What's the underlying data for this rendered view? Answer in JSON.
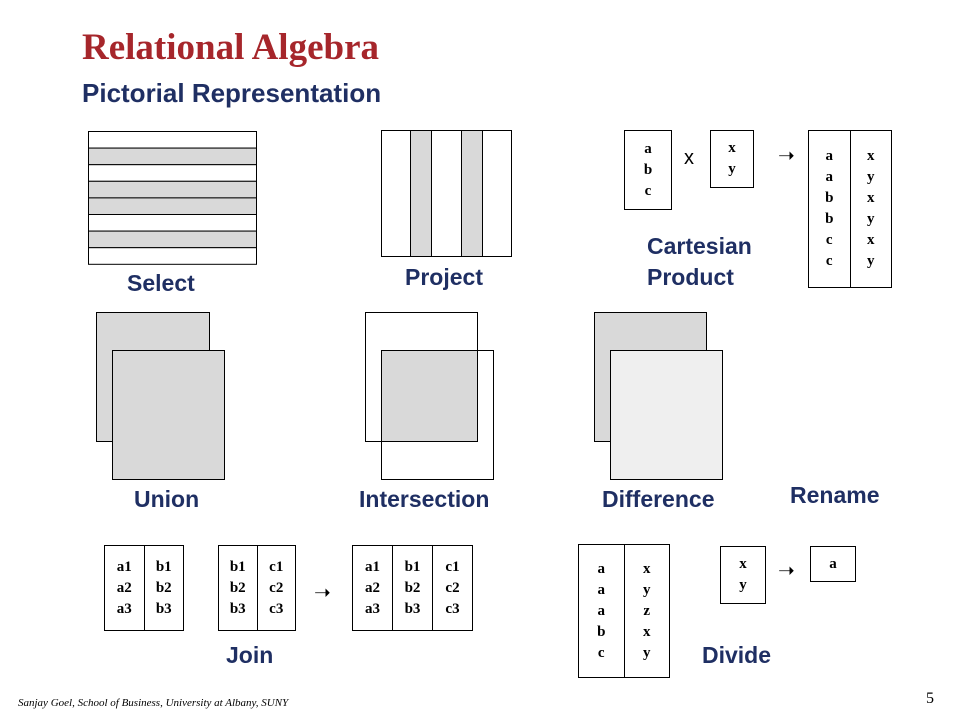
{
  "slide": {
    "title": "Relational Algebra",
    "subtitle": "Pictorial Representation",
    "footer": "Sanjay Goel, School of Business, University at Albany, SUNY",
    "page_number": "5"
  },
  "labels": {
    "select": "Select",
    "project": "Project",
    "cartesian_line1": "Cartesian",
    "cartesian_line2": "Product",
    "union": "Union",
    "intersection": "Intersection",
    "difference": "Difference",
    "rename": "Rename",
    "join": "Join",
    "divide": "Divide"
  },
  "symbols": {
    "times": "x",
    "arrow": "➝"
  },
  "cartesian": {
    "r": [
      [
        "a",
        "b",
        "c"
      ]
    ],
    "s": [
      [
        "x",
        "y"
      ]
    ],
    "result": [
      [
        "a",
        "a",
        "b",
        "b",
        "c",
        "c"
      ],
      [
        "x",
        "y",
        "x",
        "y",
        "x",
        "y"
      ]
    ]
  },
  "join": {
    "r": [
      [
        "a1",
        "a2",
        "a3"
      ],
      [
        "b1",
        "b2",
        "b3"
      ]
    ],
    "s": [
      [
        "b1",
        "b2",
        "b3"
      ],
      [
        "c1",
        "c2",
        "c3"
      ]
    ],
    "result": [
      [
        "a1",
        "a2",
        "a3"
      ],
      [
        "b1",
        "b2",
        "b3"
      ],
      [
        "c1",
        "c2",
        "c3"
      ]
    ]
  },
  "divide": {
    "r": [
      [
        "a",
        "a",
        "a",
        "b",
        "c"
      ],
      [
        "x",
        "y",
        "z",
        "x",
        "y"
      ]
    ],
    "s": [
      [
        "x",
        "y"
      ]
    ],
    "result": [
      [
        "a"
      ]
    ]
  },
  "colors": {
    "title": "#a6262b",
    "label": "#1f2f63",
    "shade": "#d9d9d9",
    "light_shade": "#efefef"
  }
}
